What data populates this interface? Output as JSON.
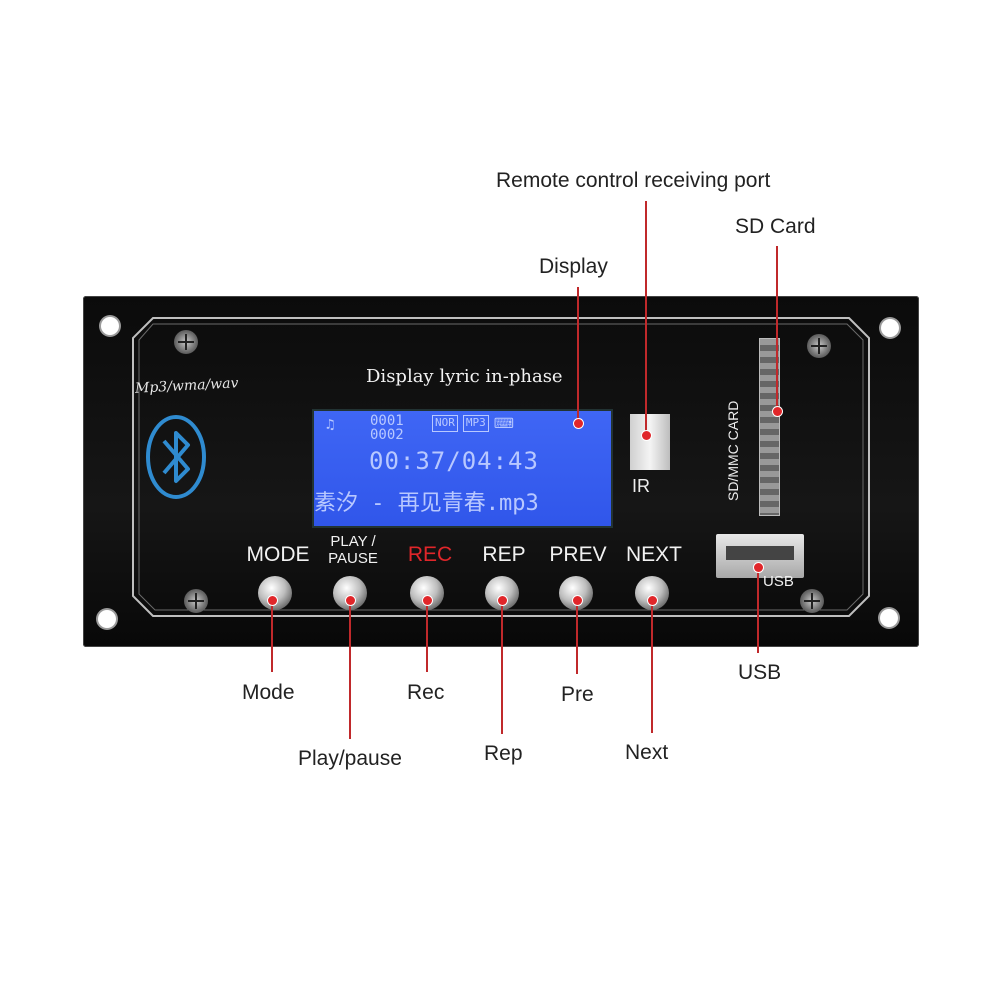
{
  "callouts": {
    "remote": "Remote control receiving port",
    "sd_card": "SD Card",
    "display": "Display",
    "usb": "USB",
    "mode": "Mode",
    "play_pause": "Play/pause",
    "rec": "Rec",
    "rep": "Rep",
    "pre": "Pre",
    "next": "Next"
  },
  "panel": {
    "formats": "Mp3/wma/wav",
    "lyric_title": "Display lyric in-phase",
    "ir_label": "IR",
    "sd_slot_label": "SD/MMC CARD",
    "usb_label": "USB"
  },
  "lcd": {
    "counter_line1": "0001",
    "counter_line2": "0002",
    "mode_badge": "NOR",
    "format_badge": "MP3",
    "time": "00:37/04:43",
    "song": "素汐 - 再见青春.mp3"
  },
  "buttons": [
    {
      "label": "MODE"
    },
    {
      "label": "PLAY / PAUSE"
    },
    {
      "label": "REC"
    },
    {
      "label": "REP"
    },
    {
      "label": "PREV"
    },
    {
      "label": "NEXT"
    }
  ],
  "colors": {
    "leader": "#c0292b",
    "rec_label": "#e0262a",
    "lcd_background": "#3056ea"
  }
}
